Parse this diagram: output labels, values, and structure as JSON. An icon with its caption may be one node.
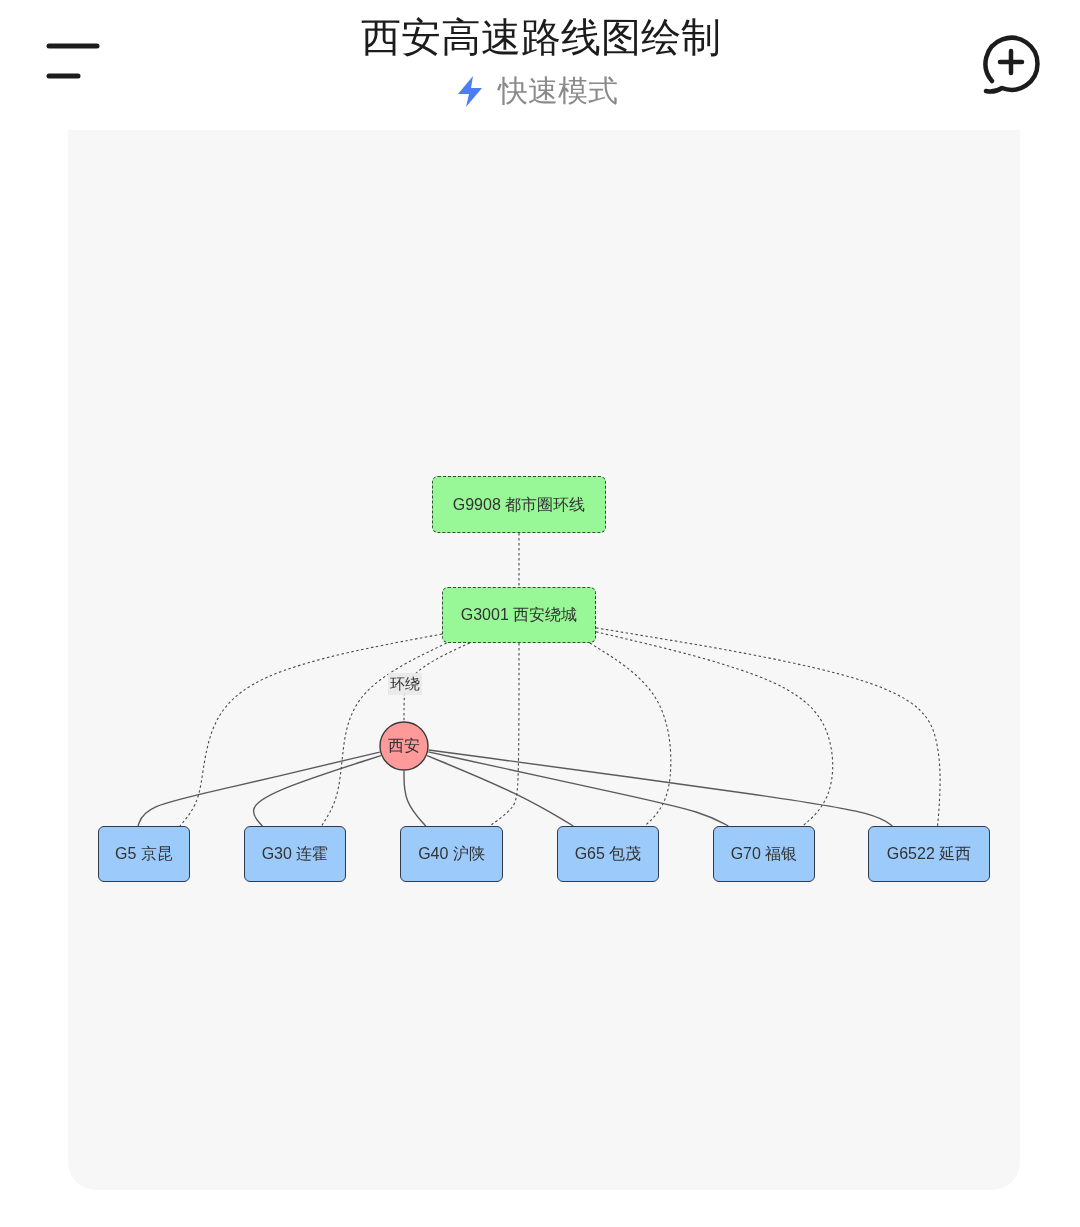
{
  "diagram": {
    "title": "西安高速路线图绘制",
    "nodes": [
      {
        "text": [
          "G9908 都市圈环线"
        ]
      },
      {
        "text": [
          "G3001 西安绕城"
        ]
      },
      {
        "text": [
          "西安"
        ]
      },
      {
        "text": [
          "G5 京昆"
        ]
      },
      {
        "text": [
          "G30 连霍"
        ]
      },
      {
        "text": [
          "G40 沪陕"
        ]
      },
      {
        "text": [
          "G65 包茂"
        ]
      },
      {
        "text": [
          "G70 福银"
        ]
      },
      {
        "text": [
          "G6522 延西"
        ]
      }
    ],
    "edges": [
      {
        "from": 0,
        "to": 1,
        "arrow": "none",
        "style": "dashed"
      },
      {
        "from": 1,
        "to": 2,
        "arrow": "none",
        "label": "环绕",
        "style": "dashed"
      },
      {
        "from": 2,
        "to": 3,
        "arrow": "none"
      },
      {
        "from": 2,
        "to": 4,
        "arrow": "none"
      },
      {
        "from": 2,
        "to": 5,
        "arrow": "none"
      },
      {
        "from": 2,
        "to": 6,
        "arrow": "none"
      },
      {
        "from": 2,
        "to": 7,
        "arrow": "none"
      },
      {
        "from": 2,
        "to": 8,
        "arrow": "none"
      },
      {
        "from": 1,
        "to": 3,
        "arrow": "none",
        "style": "dashed"
      },
      {
        "from": 1,
        "to": 4,
        "arrow": "none",
        "style": "dashed"
      },
      {
        "from": 1,
        "to": 5,
        "arrow": "none",
        "style": "dashed"
      },
      {
        "from": 1,
        "to": 6,
        "arrow": "none",
        "style": "dashed"
      },
      {
        "from": 1,
        "to": 7,
        "arrow": "none",
        "style": "dashed"
      },
      {
        "from": 1,
        "to": 8,
        "arrow": "none",
        "style": "dashed"
      }
    ],
    "labels": [
      "快速模式"
    ]
  }
}
